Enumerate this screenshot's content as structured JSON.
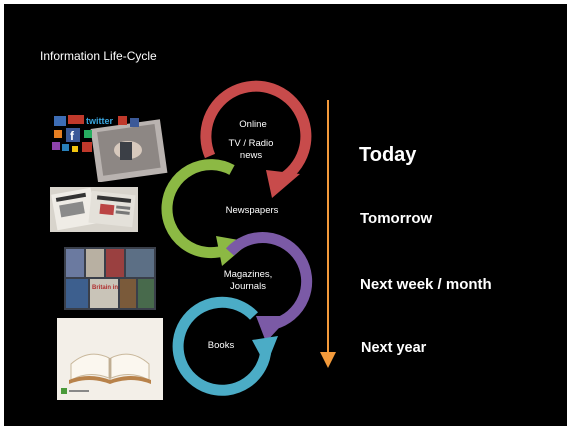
{
  "slide": {
    "title": "Information Life-Cycle"
  },
  "cycle": {
    "stages": [
      {
        "id": "online",
        "label": "Online",
        "color": "#c84b4b"
      },
      {
        "id": "tv-radio",
        "label": "TV / Radio news",
        "color": "#c84b4b"
      },
      {
        "id": "newspapers",
        "label": "Newspapers",
        "color": "#8cb944"
      },
      {
        "id": "magazines",
        "label": "Magazines, Journals",
        "color": "#7b5aa6"
      },
      {
        "id": "books",
        "label": "Books",
        "color": "#4bacc6"
      }
    ]
  },
  "timeline": {
    "arrow_color": "#f39a3b",
    "labels": [
      "Today",
      "Tomorrow",
      "Next week / month",
      "Next year"
    ]
  },
  "images": [
    {
      "id": "social-media",
      "icon": "social-media-collage-icon",
      "visible_text": "twitter"
    },
    {
      "id": "newspapers",
      "icon": "newspaper-stack-icon"
    },
    {
      "id": "magazines",
      "icon": "magazine-rack-icon",
      "visible_text": "Britain in 2016"
    },
    {
      "id": "book",
      "icon": "open-book-icon"
    }
  ]
}
